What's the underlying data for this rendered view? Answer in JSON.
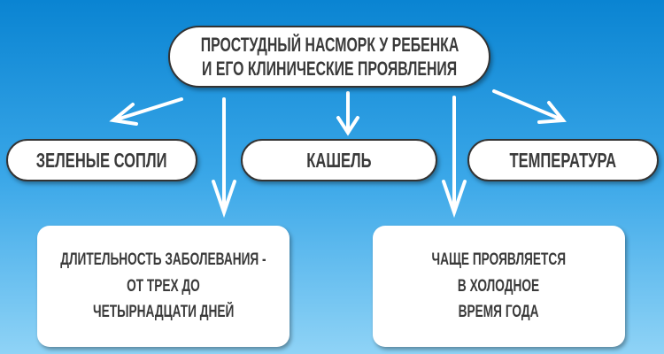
{
  "title": {
    "line1": "ПРОСТУДНЫЙ НАСМОРК У РЕБЕНКА",
    "line2": "И ЕГО КЛИНИЧЕСКИЕ ПРОЯВЛЕНИЯ"
  },
  "symptoms": [
    "ЗЕЛЕНЫЕ СОПЛИ",
    "КАШЕЛЬ",
    "ТЕМПЕРАТУРА"
  ],
  "notes": [
    {
      "lines": [
        "ДЛИТЕЛЬНОСТЬ ЗАБОЛЕВАНИЯ -",
        "ОТ ТРЕХ ДО",
        "ЧЕТЫРНАДЦАТИ ДНЕЙ"
      ]
    },
    {
      "lines": [
        "ЧАЩЕ ПРОЯВЛЯЕТСЯ",
        "В ХОЛОДНОЕ",
        "ВРЕМЯ ГОДА"
      ]
    }
  ]
}
